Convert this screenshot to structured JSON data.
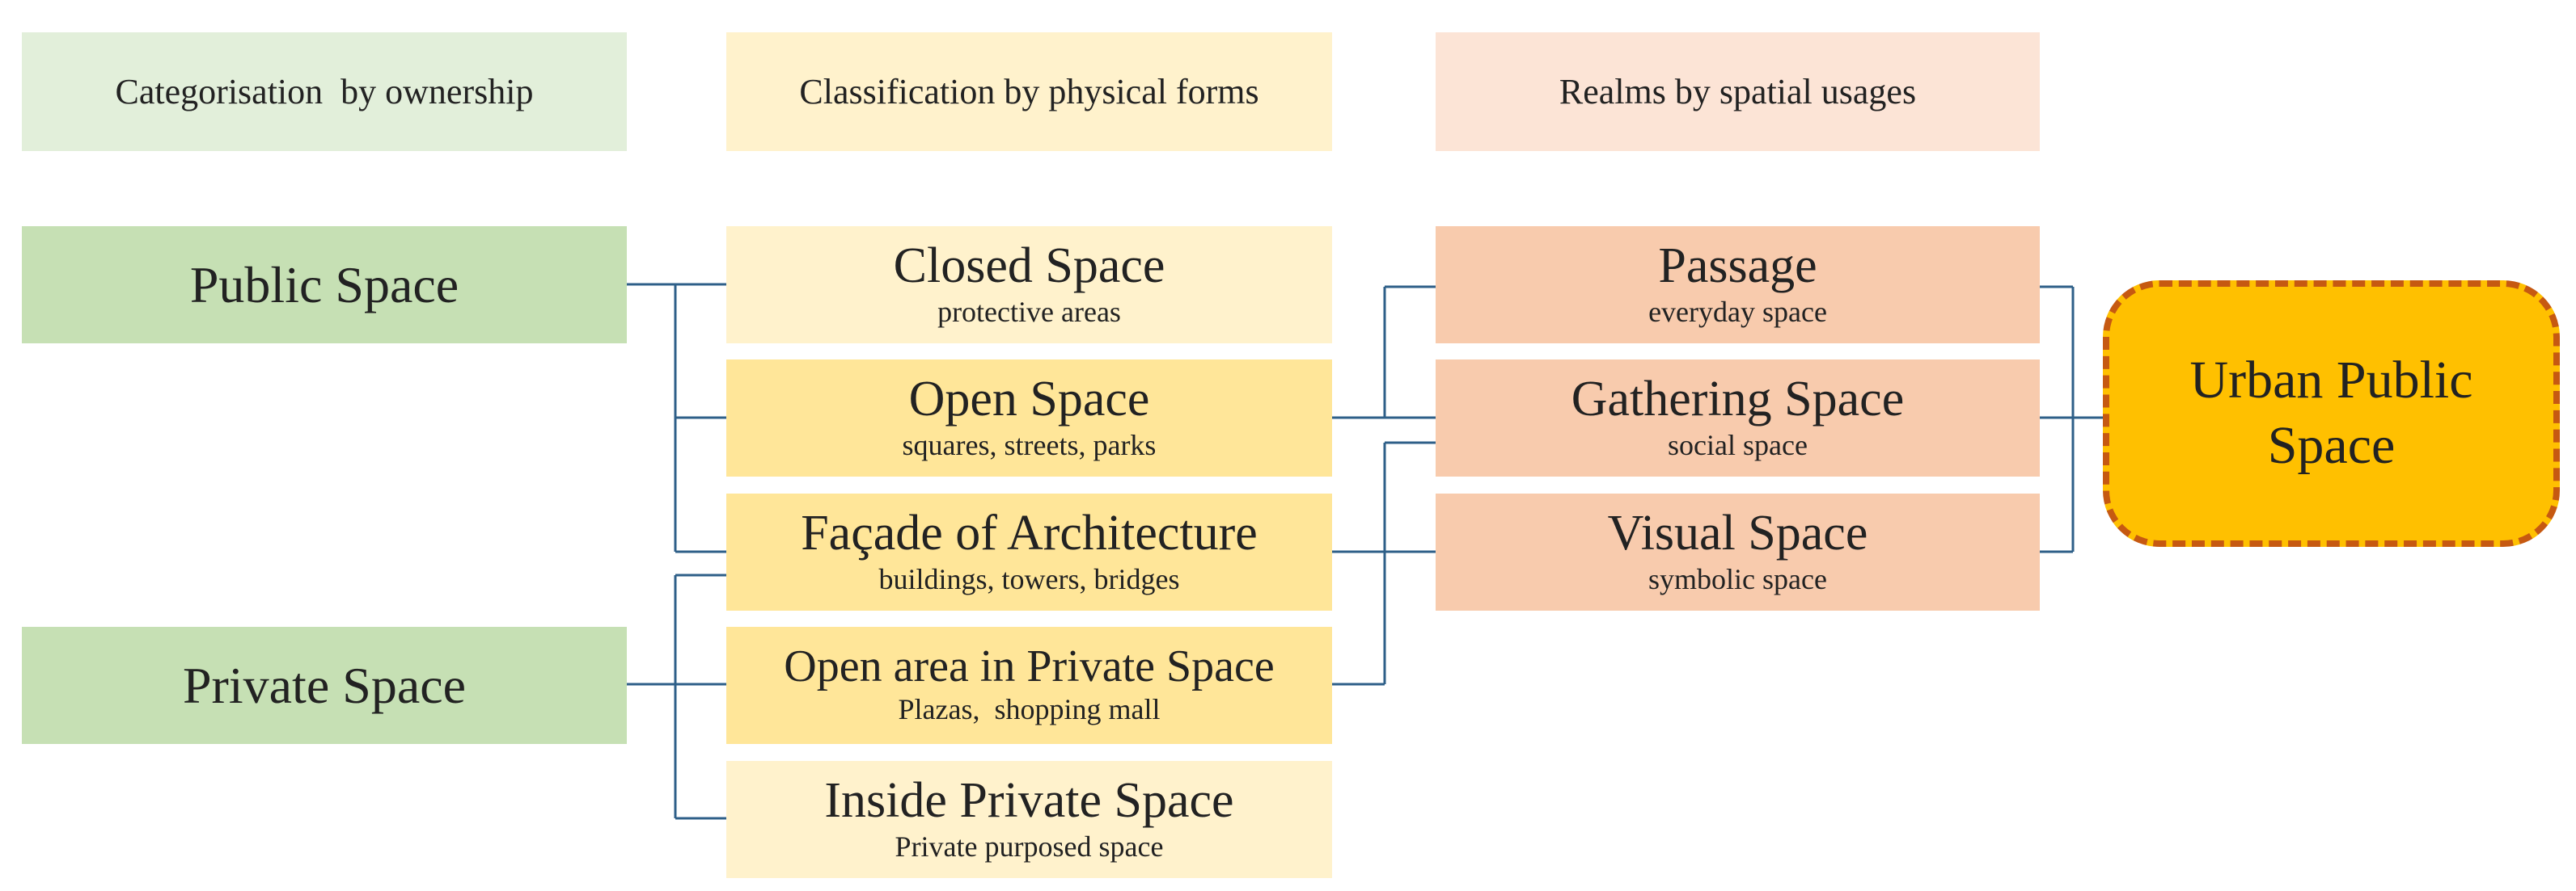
{
  "headers": {
    "ownership": "Categorisation  by ownership",
    "physical": "Classification by physical forms",
    "usages": "Realms by spatial usages"
  },
  "ownership": {
    "public": "Public Space",
    "private": "Private Space"
  },
  "physical_forms": [
    {
      "title": "Closed Space",
      "subtitle": "protective areas"
    },
    {
      "title": "Open Space",
      "subtitle": "squares, streets, parks"
    },
    {
      "title": "Façade of Architecture",
      "subtitle": "buildings, towers, bridges"
    },
    {
      "title": "Open area in Private Space",
      "subtitle": "Plazas,  shopping mall"
    },
    {
      "title": "Inside Private Space",
      "subtitle": "Private purposed space"
    }
  ],
  "realms": [
    {
      "title": "Passage",
      "subtitle": "everyday space"
    },
    {
      "title": "Gathering Space",
      "subtitle": "social space"
    },
    {
      "title": "Visual Space",
      "subtitle": "symbolic space"
    }
  ],
  "result": {
    "line1": "Urban Public",
    "line2": "Space"
  },
  "colors": {
    "connector": "#2e5f88",
    "green": "#c6e0b4",
    "yellow_light": "#fff2cc",
    "yellow_mid": "#ffe699",
    "salmon": "#f8cbad",
    "gold": "#ffc000",
    "dash_border": "#c65911"
  }
}
